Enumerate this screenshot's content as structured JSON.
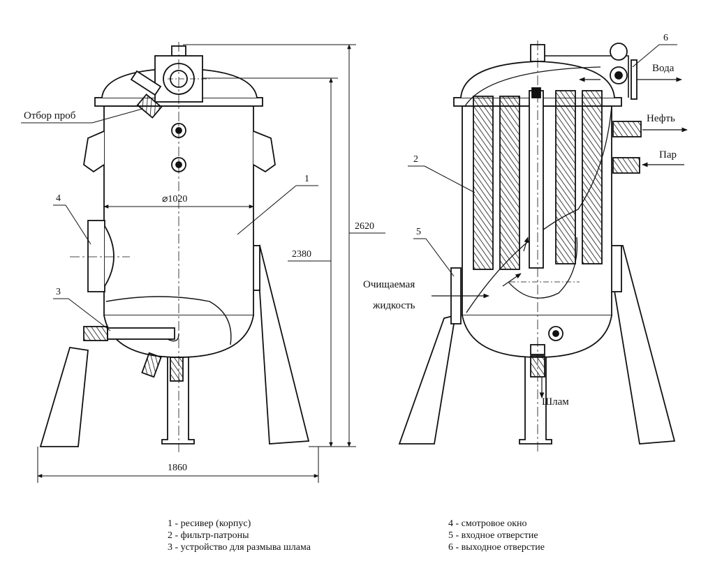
{
  "labels": {
    "sampling": "Отбор проб",
    "diameter": "⌀1020",
    "height_total": "2620",
    "height_body": "2380",
    "width_total": "1860",
    "water": "Вода",
    "oil": "Нефть",
    "steam": "Пар",
    "inlet_line1": "Очищаемая",
    "inlet_line2": "жидкость",
    "sludge": "Шлам"
  },
  "callouts": {
    "c1": "1",
    "c2": "2",
    "c3": "3",
    "c4": "4",
    "c5": "5",
    "c6": "6"
  },
  "legend": {
    "left": [
      "1 - ресивер (корпус)",
      "2 - фильтр-патроны",
      "3 - устройство для размыва шлама"
    ],
    "right": [
      "4 - смотровое окно",
      "5 - входное отверстие",
      "6 - выходное отверстие"
    ]
  }
}
